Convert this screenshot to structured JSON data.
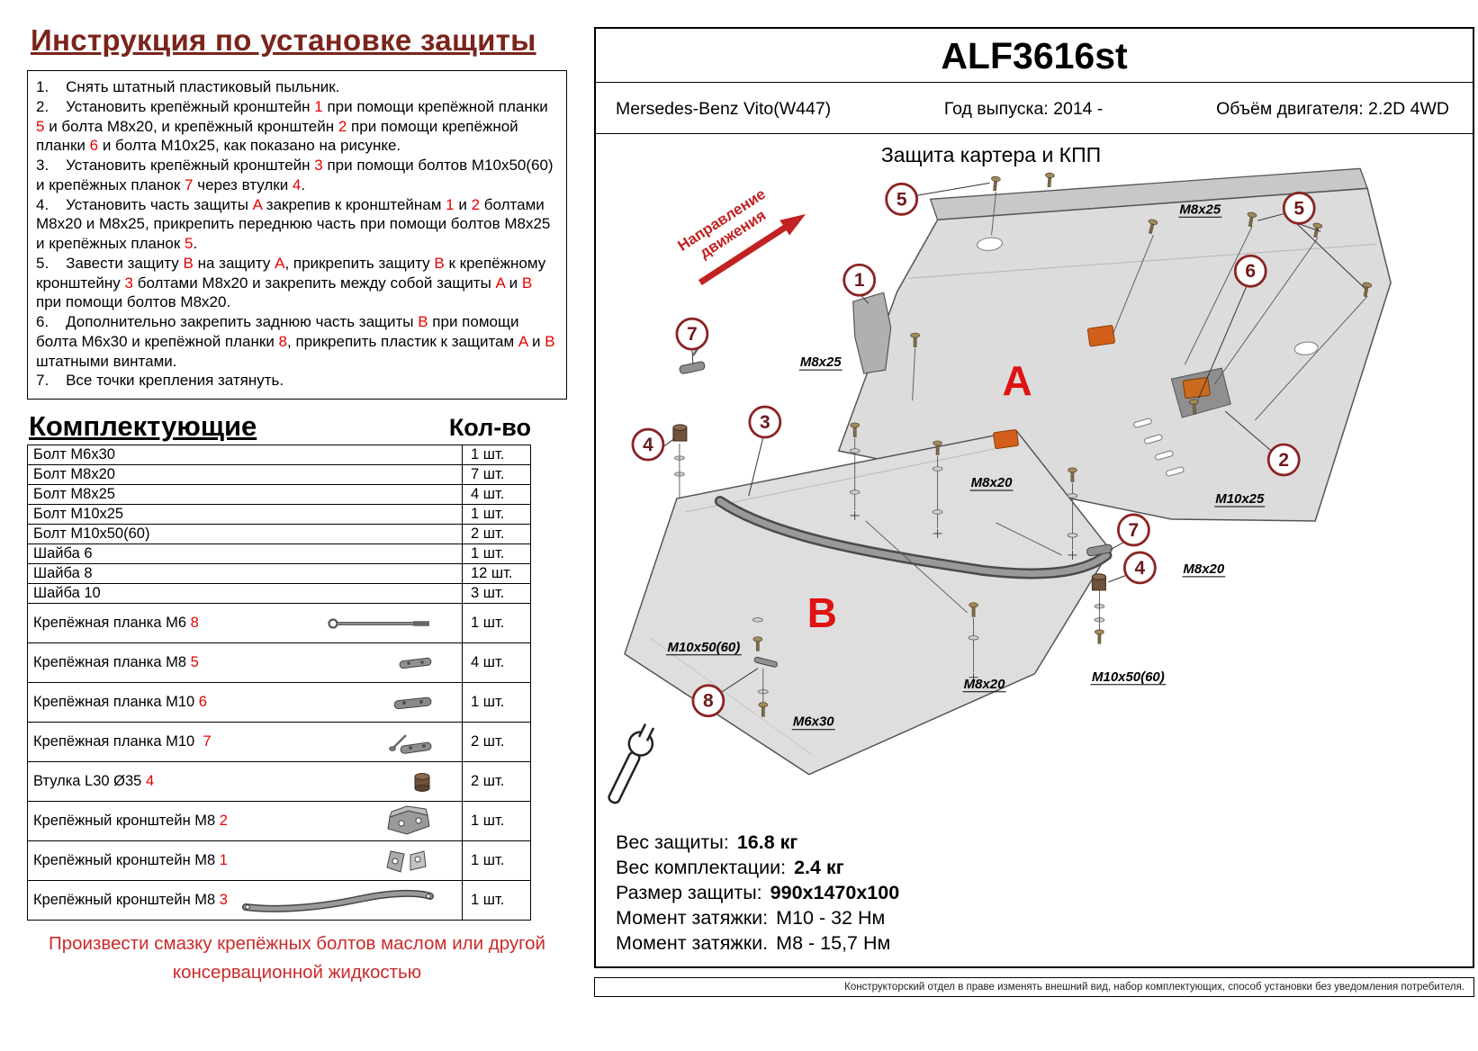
{
  "colors": {
    "accent_red": "#e80000",
    "title_maroon": "#7b241c",
    "note_red": "#cc2a2a",
    "callout_ring": "#8b2323",
    "plate_letter_red": "#e01212",
    "orange_part": "#d2601a"
  },
  "left": {
    "title": "Инструкция по установке защиты",
    "instructions": [
      {
        "segments": [
          {
            "t": "1.    Снять штатный пластиковый пыльник."
          }
        ]
      },
      {
        "segments": [
          {
            "t": "2.    Установить крепёжный кронштейн "
          },
          {
            "t": "1",
            "r": true
          },
          {
            "t": " при помощи крепёжной планки "
          },
          {
            "t": "5",
            "r": true
          },
          {
            "t": " и болта М8х20, и крепёжный кронштейн "
          },
          {
            "t": "2",
            "r": true
          },
          {
            "t": " при помощи крепёжной планки "
          },
          {
            "t": "6",
            "r": true
          },
          {
            "t": " и болта М10х25, как показано на рисунке."
          }
        ]
      },
      {
        "segments": [
          {
            "t": "3.    Установить крепёжный кронштейн "
          },
          {
            "t": "3",
            "r": true
          },
          {
            "t": " при помощи болтов М10х50(60) и крепёжных планок "
          },
          {
            "t": "7",
            "r": true
          },
          {
            "t": " через втулки "
          },
          {
            "t": "4",
            "r": true
          },
          {
            "t": "."
          }
        ]
      },
      {
        "segments": [
          {
            "t": "4.    Установить часть защиты "
          },
          {
            "t": "A",
            "r": true
          },
          {
            "t": " закрепив к кронштейнам "
          },
          {
            "t": "1",
            "r": true
          },
          {
            "t": " и "
          },
          {
            "t": "2",
            "r": true
          },
          {
            "t": " болтами М8х20 и М8х25, прикрепить переднюю часть при помощи болтов М8х25 и крепёжных планок "
          },
          {
            "t": "5",
            "r": true
          },
          {
            "t": "."
          }
        ]
      },
      {
        "segments": [
          {
            "t": "5.    Завести защиту "
          },
          {
            "t": "B",
            "r": true
          },
          {
            "t": " на защиту "
          },
          {
            "t": "A",
            "r": true
          },
          {
            "t": ", прикрепить защиту "
          },
          {
            "t": "B",
            "r": true
          },
          {
            "t": " к крепёжному кронштейну "
          },
          {
            "t": "3",
            "r": true
          },
          {
            "t": " болтами М8х20 и закрепить между собой защиты "
          },
          {
            "t": "A",
            "r": true
          },
          {
            "t": " и "
          },
          {
            "t": "B",
            "r": true
          },
          {
            "t": " при помощи болтов М8х20."
          }
        ]
      },
      {
        "segments": [
          {
            "t": "6.    Дополнительно закрепить заднюю часть защиты "
          },
          {
            "t": "B",
            "r": true
          },
          {
            "t": " при помощи болта М6х30 и крепёжной планки "
          },
          {
            "t": "8",
            "r": true
          },
          {
            "t": ", прикрепить пластик к защитам "
          },
          {
            "t": "A",
            "r": true
          },
          {
            "t": " и "
          },
          {
            "t": "B",
            "r": true
          },
          {
            "t": " штатными винтами."
          }
        ]
      },
      {
        "segments": [
          {
            "t": "7.    Все точки крепления затянуть."
          }
        ]
      }
    ],
    "parts_header": "Комплектующие",
    "qty_header": "Кол-во",
    "parts": [
      {
        "name": [
          {
            "t": "Болт М6х30"
          }
        ],
        "qty": "1 шт."
      },
      {
        "name": [
          {
            "t": "Болт М8х20"
          }
        ],
        "qty": "7 шт."
      },
      {
        "name": [
          {
            "t": "Болт М8х25"
          }
        ],
        "qty": "4 шт."
      },
      {
        "name": [
          {
            "t": "Болт М10х25"
          }
        ],
        "qty": "1 шт."
      },
      {
        "name": [
          {
            "t": "Болт М10х50(60)"
          }
        ],
        "qty": "2 шт."
      },
      {
        "name": [
          {
            "t": "Шайба 6"
          }
        ],
        "qty": "1 шт."
      },
      {
        "name": [
          {
            "t": "Шайба 8"
          }
        ],
        "qty": "12 шт."
      },
      {
        "name": [
          {
            "t": "Шайба 10"
          }
        ],
        "qty": "3 шт."
      },
      {
        "name": [
          {
            "t": "Крепёжная планка М6 "
          },
          {
            "t": "8",
            "r": true
          }
        ],
        "qty": "1 шт."
      },
      {
        "name": [
          {
            "t": "Крепёжная планка М8 "
          },
          {
            "t": "5",
            "r": true
          }
        ],
        "qty": "4 шт."
      },
      {
        "name": [
          {
            "t": "Крепёжная планка М10 "
          },
          {
            "t": "6",
            "r": true
          }
        ],
        "qty": "1 шт."
      },
      {
        "name": [
          {
            "t": "Крепёжная планка М10  "
          },
          {
            "t": "7",
            "r": true
          }
        ],
        "qty": "2 шт."
      },
      {
        "name": [
          {
            "t": "Втулка L30 Ø35 "
          },
          {
            "t": "4",
            "r": true
          }
        ],
        "qty": "2 шт."
      },
      {
        "name": [
          {
            "t": "Крепёжный кронштейн М8 "
          },
          {
            "t": "2",
            "r": true
          }
        ],
        "qty": "1 шт."
      },
      {
        "name": [
          {
            "t": "Крепёжный кронштейн М8 "
          },
          {
            "t": "1",
            "r": true
          }
        ],
        "qty": "1 шт."
      },
      {
        "name": [
          {
            "t": "Крепёжный кронштейн М8 "
          },
          {
            "t": "3",
            "r": true
          }
        ],
        "qty": "1 шт."
      }
    ],
    "note_line1": "Произвести смазку крепёжных болтов маслом или другой",
    "note_line2": "консервационной жидкостью"
  },
  "header": {
    "code": "ALF3616st",
    "model": "Mersedes-Benz Vito(W447)",
    "year": "Год выпуска: 2014 -",
    "engine": "Объём двигателя: 2.2D 4WD"
  },
  "diagram": {
    "title": "Защита картера и КПП",
    "direction_line1": "Направление",
    "direction_line2": "движения",
    "plate_a": "А",
    "plate_b": "В",
    "callouts": [
      "5",
      "5",
      "6",
      "1",
      "7",
      "4",
      "3",
      "2",
      "7",
      "4",
      "8"
    ],
    "labels": [
      "M8x25",
      "M8x25",
      "M8x20",
      "M10x25",
      "M8x20",
      "M10x50(60)",
      "M8x20",
      "M10x50(60)",
      "M6x30"
    ]
  },
  "specs": {
    "rows": [
      {
        "label": "Вес защиты:",
        "value": "16.8 кг"
      },
      {
        "label": "Вес комплектации:",
        "value": "2.4 кг"
      },
      {
        "label": "Размер защиты:",
        "value": "990х1470х100"
      },
      {
        "label": "Момент затяжки:",
        "value": "М10 - 32 Нм"
      },
      {
        "label": "Момент затяжки.",
        "value": "М8 - 15,7 Нм"
      }
    ]
  },
  "footer": {
    "disclaimer": "Конструкторский отдел в праве изменять внешний вид, набор комплектующих, способ установки без уведомления потребителя."
  }
}
